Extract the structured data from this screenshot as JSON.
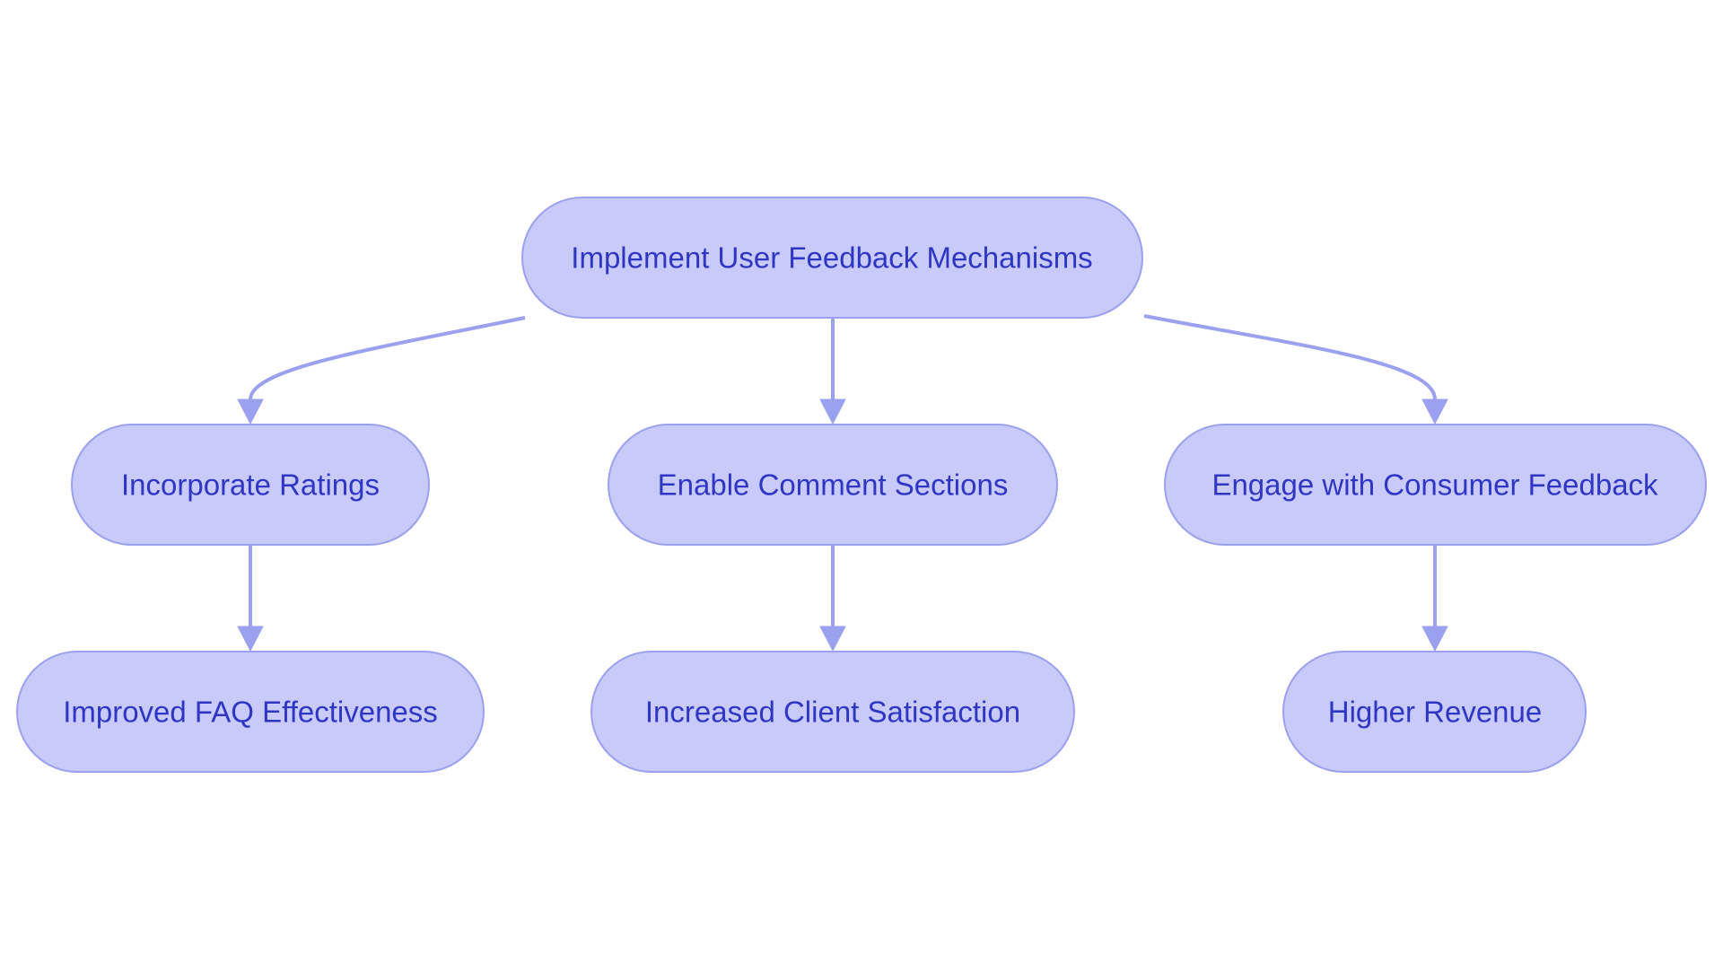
{
  "diagram": {
    "type": "flowchart",
    "colors": {
      "node_fill": "#c8caf9",
      "node_border": "#9ba0ef",
      "node_text": "#3036c4",
      "edge": "#9ba0ef",
      "background": "#ffffff"
    },
    "nodes": {
      "root": {
        "label": "Implement User Feedback Mechanisms"
      },
      "ratings": {
        "label": "Incorporate Ratings"
      },
      "comments": {
        "label": "Enable Comment Sections"
      },
      "engage": {
        "label": "Engage with Consumer Feedback"
      },
      "faq": {
        "label": "Improved FAQ Effectiveness"
      },
      "satisfaction": {
        "label": "Increased Client Satisfaction"
      },
      "revenue": {
        "label": "Higher Revenue"
      }
    },
    "edges": [
      {
        "from": "root",
        "to": "ratings"
      },
      {
        "from": "root",
        "to": "comments"
      },
      {
        "from": "root",
        "to": "engage"
      },
      {
        "from": "ratings",
        "to": "faq"
      },
      {
        "from": "comments",
        "to": "satisfaction"
      },
      {
        "from": "engage",
        "to": "revenue"
      }
    ]
  }
}
